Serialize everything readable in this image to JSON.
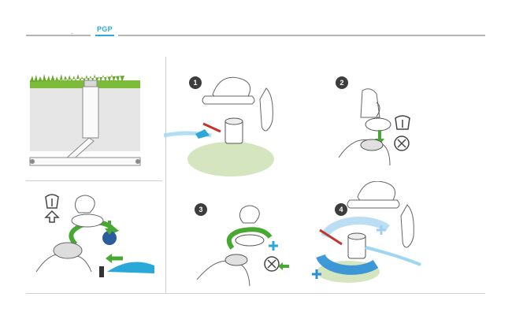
{
  "header": {
    "product": "PGP",
    "page_marker": "-"
  },
  "steps": [
    {
      "number": "1"
    },
    {
      "number": "2"
    },
    {
      "number": "3"
    },
    {
      "number": "4"
    }
  ],
  "colors": {
    "accent": "#2aa8d8",
    "grass": "#7dbb3a",
    "arrow_green": "#49a833",
    "adjust_blue": "#2a8fd6",
    "red_tool": "#c0362c"
  },
  "icons": [
    "lawn-cross-section",
    "sprinkler-nozzle-icon",
    "rotation-arrow-icon",
    "plus-icon",
    "adjust-dial-icon",
    "foot-boot-icon",
    "hand-icon"
  ]
}
